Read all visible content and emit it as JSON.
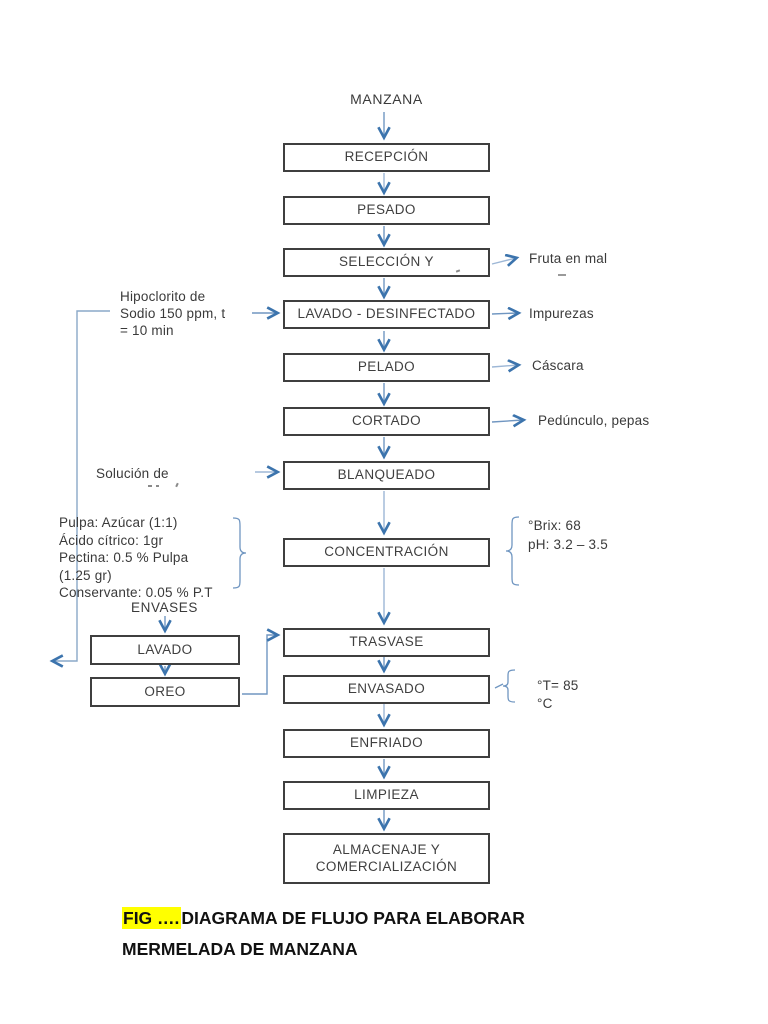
{
  "flow": {
    "source_label": "MANZANA",
    "steps": [
      {
        "label": "RECEPCIÓN"
      },
      {
        "label": "PESADO"
      },
      {
        "label": "SELECCIÓN Y"
      },
      {
        "label": "LAVADO - DESINFECTADO"
      },
      {
        "label": "PELADO"
      },
      {
        "label": "CORTADO"
      },
      {
        "label": "BLANQUEADO"
      },
      {
        "label": "CONCENTRACIÓN"
      },
      {
        "label": "TRASVASE"
      },
      {
        "label": "ENVASADO"
      },
      {
        "label": "ENFRIADO"
      },
      {
        "label": "LIMPIEZA"
      },
      {
        "label": "ALMACENAJE Y COMERCIALIZACIÓN"
      }
    ],
    "side_branch": {
      "title": "ENVASES",
      "steps": [
        {
          "label": "LAVADO"
        },
        {
          "label": "OREO"
        }
      ]
    },
    "outputs": [
      {
        "label": "Fruta en mal"
      },
      {
        "label": "Impurezas"
      },
      {
        "label": "Cáscara"
      },
      {
        "label": "Pedúnculo, pepas"
      }
    ],
    "inputs": {
      "hipoclorito": {
        "line1": "Hipoclorito de",
        "line2": "Sodio 150 ppm, t",
        "line3_clipped": "= 10 min"
      },
      "solucion": {
        "line1": "Solución de"
      },
      "formulacion": {
        "line1": "Pulpa: Azúcar (1:1)",
        "line2": "Ácido cítrico: 1gr",
        "line3": "Pectina: 0.5 % Pulpa",
        "line4": "(1.25 gr)",
        "line5_clipped": "Conservante: 0.05 % P.T"
      }
    },
    "parameters": {
      "concentracion": {
        "line1": "°Brix: 68",
        "line2": "pH: 3.2 – 3.5"
      },
      "envasado": {
        "line1": "°T= 85",
        "line2_clipped": "°C"
      }
    }
  },
  "caption": {
    "fig": "FIG ….",
    "line1_rest": "DIAGRAMA DE FLUJO PARA ELABORAR",
    "line2": "MERMELADA DE MANZANA",
    "highlight_color": "#ffff00"
  },
  "colors": {
    "arrow_line": "#7096c1",
    "arrow_head": "#3c74ad",
    "box_border": "#3f3f3f",
    "text": "#3f3f3f"
  }
}
